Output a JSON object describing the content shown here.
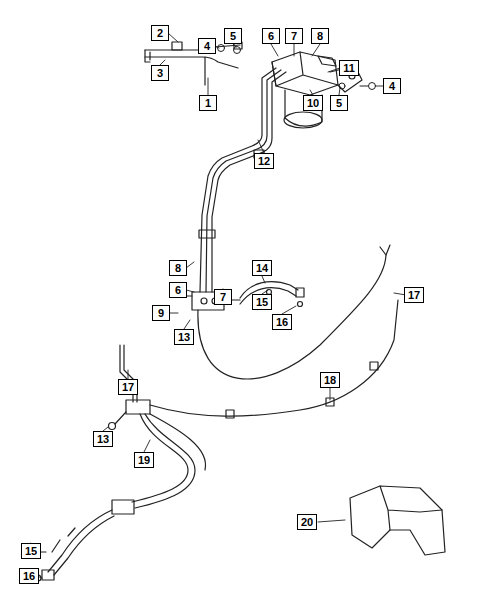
{
  "diagram": {
    "nodes": [
      {
        "text": [
          "2"
        ]
      },
      {
        "text": [
          "5"
        ]
      },
      {
        "text": [
          "6"
        ]
      },
      {
        "text": [
          "7"
        ]
      },
      {
        "text": [
          "8"
        ]
      },
      {
        "text": [
          "4"
        ]
      },
      {
        "text": [
          "11"
        ]
      },
      {
        "text": [
          "3"
        ]
      },
      {
        "text": [
          "4"
        ]
      },
      {
        "text": [
          "1"
        ]
      },
      {
        "text": [
          "10"
        ]
      },
      {
        "text": [
          "5"
        ]
      },
      {
        "text": [
          "12"
        ]
      },
      {
        "text": [
          "8"
        ]
      },
      {
        "text": [
          "14"
        ]
      },
      {
        "text": [
          "6"
        ]
      },
      {
        "text": [
          "7"
        ]
      },
      {
        "text": [
          "17"
        ]
      },
      {
        "text": [
          "15"
        ]
      },
      {
        "text": [
          "9"
        ]
      },
      {
        "text": [
          "16"
        ]
      },
      {
        "text": [
          "13"
        ]
      },
      {
        "text": [
          "18"
        ]
      },
      {
        "text": [
          "17"
        ]
      },
      {
        "text": [
          "13"
        ]
      },
      {
        "text": [
          "19"
        ]
      },
      {
        "text": [
          "20"
        ]
      },
      {
        "text": [
          "15"
        ]
      },
      {
        "text": [
          "16"
        ]
      }
    ]
  }
}
